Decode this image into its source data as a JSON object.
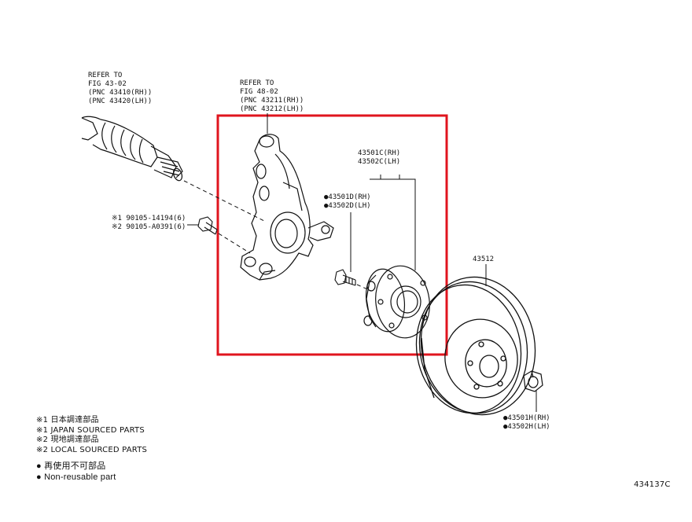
{
  "refs": {
    "driveshaft": [
      "REFER TO",
      "FIG 43-02",
      "(PNC 43410(RH))",
      "(PNC 43420(LH))"
    ],
    "steering_knuckle": [
      "REFER TO",
      "FIG 48-02",
      "(PNC 43211(RH))",
      "(PNC 43212(LH))"
    ]
  },
  "parts": {
    "bolt_1": "※1 90105-14194(6)",
    "bolt_2": "※2 90105-A0391(6)",
    "hub_assy_rh": "43501C(RH)",
    "hub_assy_lh": "43502C(LH)",
    "hub_bolt_rh": "●43501D(RH)",
    "hub_bolt_lh": "●43502D(LH)",
    "disc": "43512",
    "nut_rh": "●43501H(RH)",
    "nut_lh": "●43502H(LH)"
  },
  "legend": [
    "※1 日本調達部品",
    "※1 JAPAN SOURCED PARTS",
    "※2 現地調達部品",
    "※2 LOCAL SOURCED PARTS",
    "● 再使用不可部品",
    "● Non-reusable part"
  ],
  "figure_id": "434137C",
  "colors": {
    "highlight_box": "#e0141e",
    "line": "#111111"
  }
}
